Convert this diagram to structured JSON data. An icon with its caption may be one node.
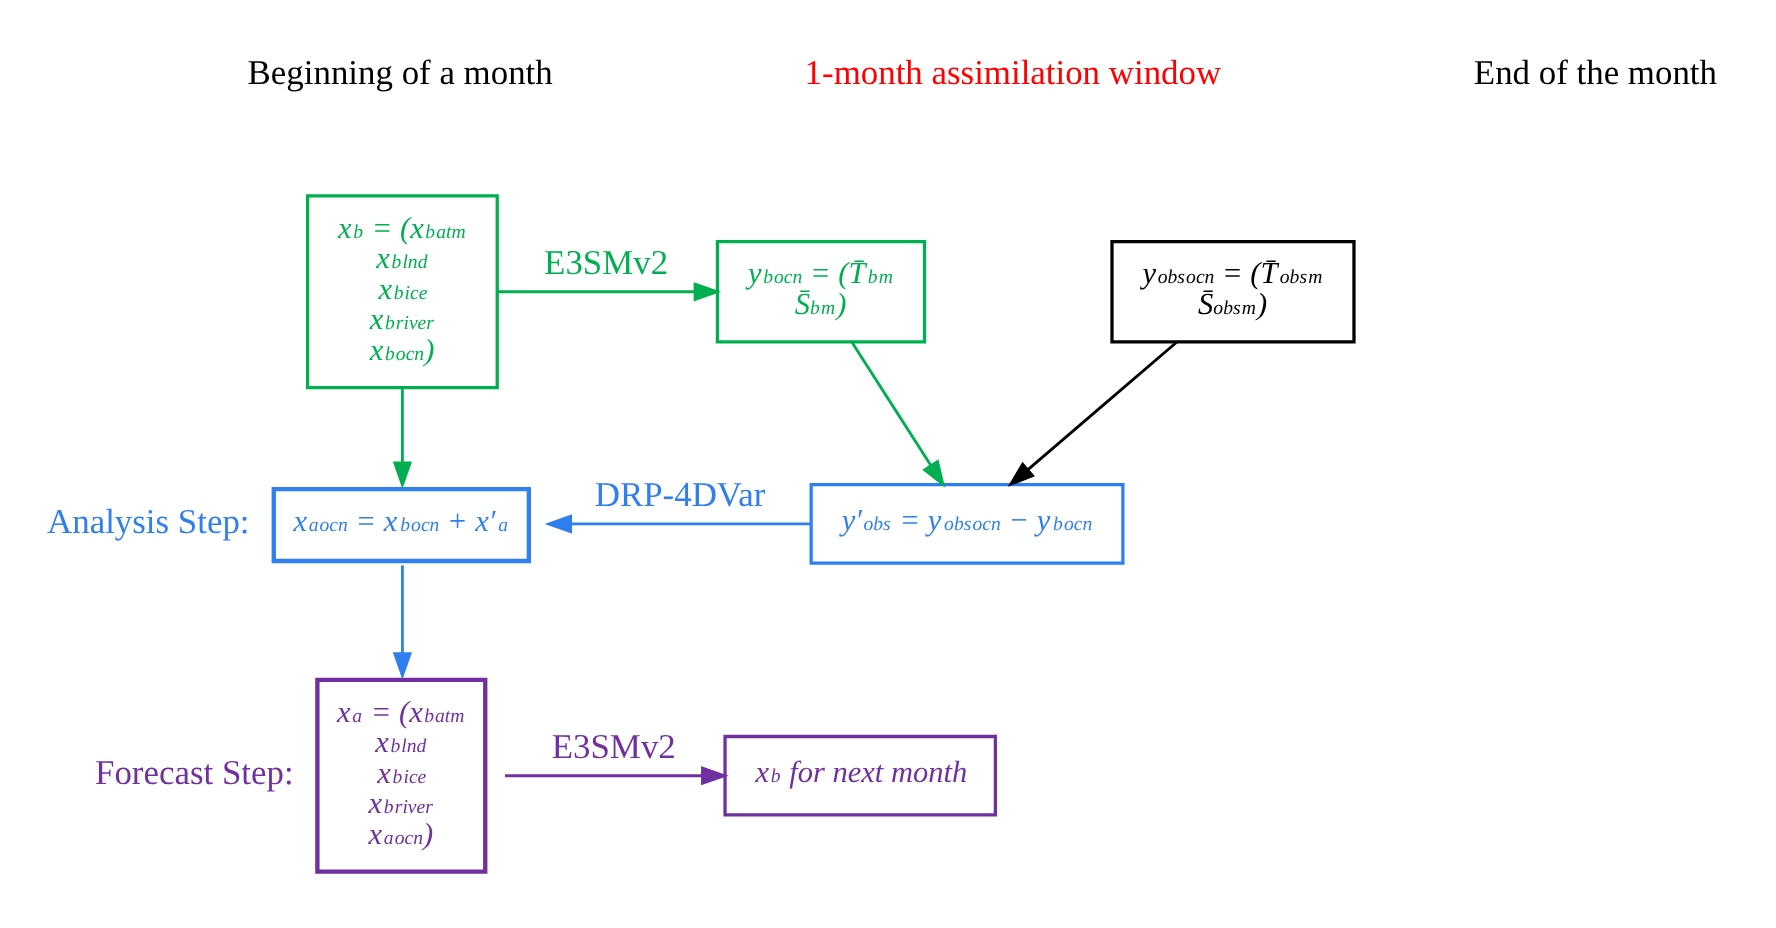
{
  "diagram": {
    "nodes": [
      {
        "text": [
          "x$_{b}$ = (x$_{b}$$^{atm}$ x$_{b}$$^{lnd}$ x$_{b}$$^{ice}$ x$_{b}$$^{river}$ x$_{b}$$^{ocn}$)"
        ]
      },
      {
        "text": [
          "y$_{b}$$^{ocn}$ = (T̄$_{b}$$^{m}$ S̄$_{b}$$^{m}$)"
        ]
      },
      {
        "text": [
          "y$_{obs}$$^{ocn}$ = (T̄$_{obs}$$^{m}$ S̄$_{obs}$$^{m}$)"
        ]
      },
      {
        "text": [
          "x$_{a}$$^{ocn}$ = x$_{b}$$^{ocn}$ + x′$_{a}$"
        ],
        "beside": [
          "Analysis Step:"
        ]
      },
      {
        "text": [
          "y′$_{obs}$ = y$_{obs}$$^{ocn}$ − y$_{b}$$^{ocn}$"
        ]
      },
      {
        "text": [
          "x$_{a}$ = (x$_{b}$$^{atm}$ x$_{b}$$^{lnd}$ x$_{b}$$^{ice}$ x$_{b}$$^{river}$ x$_{a}$$^{ocn}$)"
        ],
        "beside": [
          "Forecast Step:"
        ]
      },
      {
        "text": [
          "x$_{b}$ for next month"
        ]
      }
    ],
    "edges": [
      {
        "from": 0,
        "to": 1,
        "arrow": "to",
        "label": "E3SMv2"
      },
      {
        "from": 0,
        "to": 3,
        "arrow": "to"
      },
      {
        "from": 1,
        "to": 4,
        "arrow": "to"
      },
      {
        "from": 2,
        "to": 4,
        "arrow": "to",
        "color": "#000000"
      },
      {
        "from": 4,
        "to": 3,
        "arrow": "to",
        "label": "DRP-4DVar",
        "color": "#2f7fef"
      },
      {
        "from": 3,
        "to": 5,
        "arrow": "to",
        "color": "#2f7fef"
      },
      {
        "from": 5,
        "to": 6,
        "arrow": "to",
        "label": "E3SMv2",
        "color": "#7030a0"
      }
    ],
    "labels": [
      "Beginning of a month",
      "1-month assimilation window",
      "End of the month"
    ]
  }
}
